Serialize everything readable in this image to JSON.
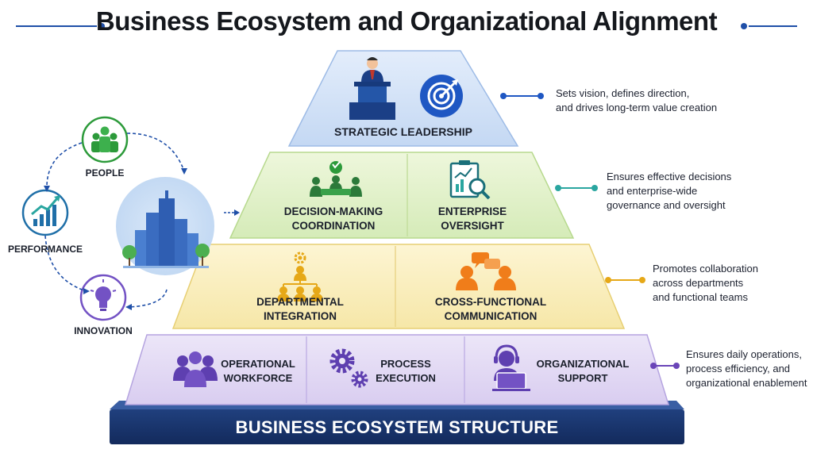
{
  "title": "Business Ecosystem and Organizational Alignment",
  "cycle": {
    "people": "PEOPLE",
    "performance": "PERFORMANCE",
    "innovation": "INNOVATION"
  },
  "levels": [
    {
      "labels": [
        "STRATEGIC LEADERSHIP"
      ],
      "description": [
        "Sets vision, defines direction,",
        "and drives long-term value creation"
      ],
      "color": "#1f57c3"
    },
    {
      "labels": [
        "DECISION-MAKING\nCOORDINATION",
        "ENTERPRISE\nOVERSIGHT"
      ],
      "description": [
        "Ensures effective decisions",
        "and enterprise-wide",
        "governance and oversight"
      ],
      "color": "#2aa6a0"
    },
    {
      "labels": [
        "DEPARTMENTAL\nINTEGRATION",
        "CROSS-FUNCTIONAL\nCOMMUNICATION"
      ],
      "description": [
        "Promotes collaboration",
        "across departments",
        "and functional teams"
      ],
      "color": "#e6a817"
    },
    {
      "labels": [
        "OPERATIONAL\nWORKFORCE",
        "PROCESS\nEXECUTION",
        "ORGANIZATIONAL\nSUPPORT"
      ],
      "description": [
        "Ensures daily operations,",
        "process efficiency, and",
        "organizational enablement"
      ],
      "color": "#6a45b8"
    }
  ],
  "base_label": "BUSINESS ECOSYSTEM STRUCTURE",
  "icons": [
    "leader-podium-icon",
    "target-icon",
    "meeting-icon",
    "magnifier-chart-icon",
    "org-chart-icon",
    "chat-people-icon",
    "team-icon",
    "gears-icon",
    "support-agent-icon",
    "people-icon",
    "growth-chart-icon",
    "lightbulb-icon",
    "city-icon"
  ]
}
